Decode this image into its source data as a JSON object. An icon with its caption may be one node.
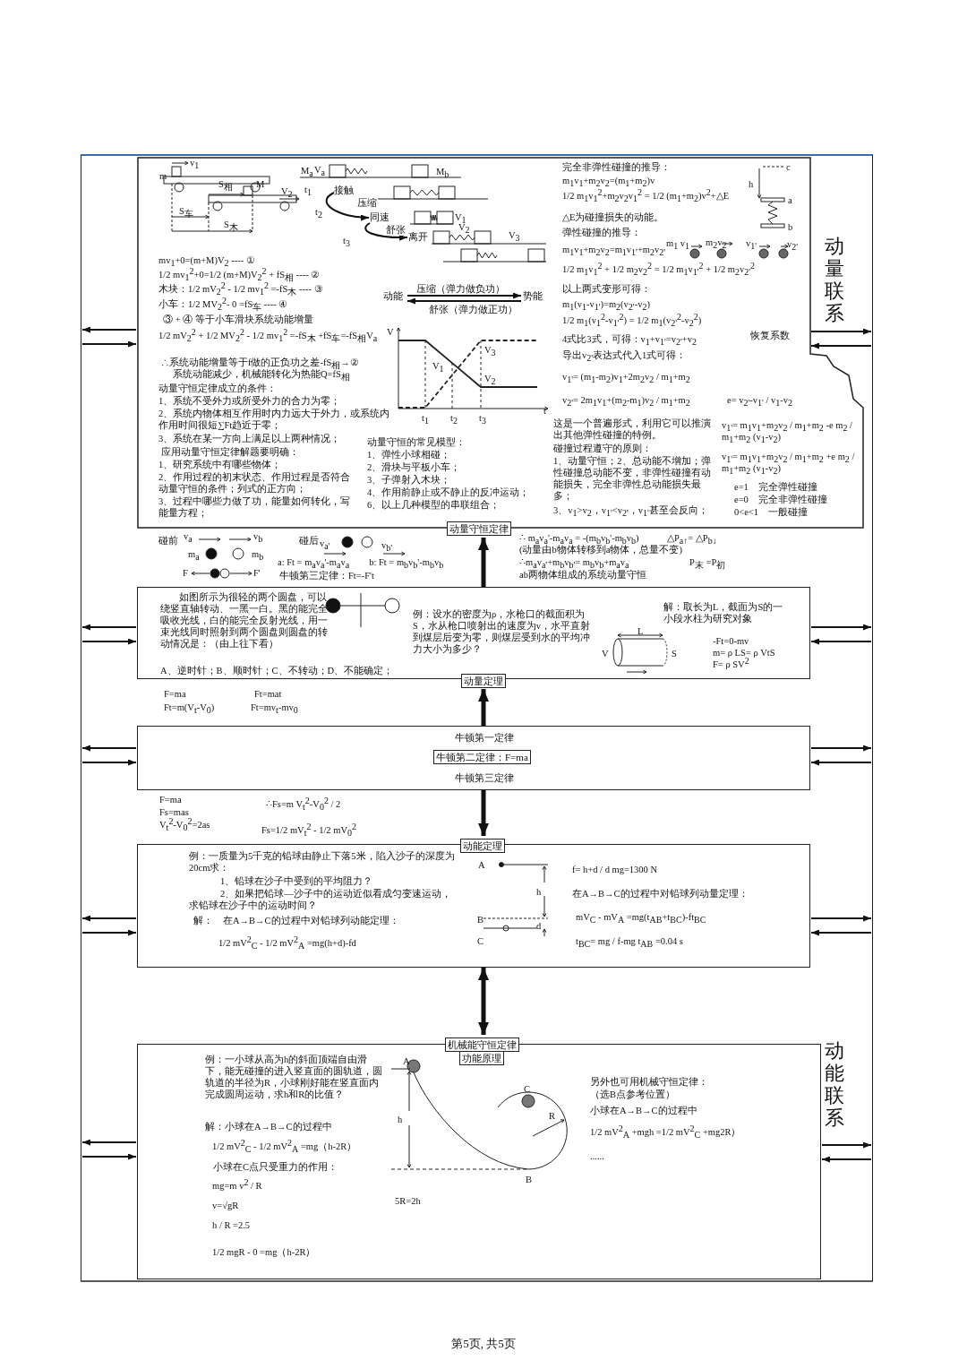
{
  "diagram": {
    "caption": "第5页, 共5页",
    "nodes": [
      {
        "text": [],
        "shape": "bar"
      },
      {
        "text": [
          "动量联系",
          "动能联系"
        ]
      },
      {
        "text": [
          "动量守恒定律",
          "m",
          "v$_{1}$",
          "S$_{相}$",
          "M",
          "V$_{2}$",
          "S$_{车}$",
          "S$_{木}$",
          "M$_{a}$",
          "V$_{a}$",
          "M$_{b}$",
          "t$_{1}$",
          "t$_{2}$",
          "V$_{1}$",
          "V$_{2}$",
          "V$_{3}$",
          "t$_{3}$",
          "mv$_{1}$+0=(m+M)V$_{2}$ ---- ①",
          "1/2 mv$_{1}$$^{2}$+0=1/2 (m+M)V$_{2}$$^{2}$ + fS$_{相}$ ---- ②",
          "木块：1/2 mV$_{2}$$^{2}$ - 1/2 mv$_{1}$$^{2}$ =-fS$_{木}$ ---- ③",
          "小车：1/2 MV$_{2}$$^{2}$- 0 =fS$_{车}$ ---- ④",
          "③ + ④ 等于小车滑块系统动能增量",
          "1/2 mV$_{2}$$^{2}$ + 1/2 MV$_{2}$$^{2}$ - 1/2 mv$_{1}$$^{2}$ =-fS$_{木}$ +fS$_{车}$=-fS$_{相}$V$_{a}$",
          "∴系统动能增量等于f做的正负功之差-fS$_{相}$→②",
          "系统动能减少，机械能转化为热能Q=fS$_{相}$",
          "动量守恒定律成立的条件：",
          "1、系统不受外力或所受外力的合力为零；",
          "2、系统内物体相互作用时内力远大于外力，或系统内作用时间很短∑Ft趋近于零；",
          "3、系统在某一方向上满足以上两种情况；",
          "应用动量守恒定律解题要明确：",
          "1、研究系统中有哪些物体；",
          "2、作用过程的初末状态、作用过程是否符合动量守恒的条件；列式的正方向；",
          "3、过程中哪些力做了功，能量如何转化，写能量方程；",
          "V",
          "V$_{1}$",
          "V$_{3}$",
          "V$_{2}$",
          "t$_{1}$",
          "t$_{2}$",
          "t$_{3}$",
          "t",
          "动量守恒的常见模型：",
          "1、弹性小球相碰；",
          "2、滑块与平板小车；",
          "3、子弹射入木块；",
          "4、作用前静止或不静止的反冲运动；",
          "6、以上几种模型的串联组合；",
          "完全非弹性碰撞的推导：",
          "m$_{1}$v$_{1}$+m$_{2}$v$_{2}$=(m$_{1}$+m$_{2}$)v",
          "1/2 m$_{1}$v$_{1}$$^{2}$+m$_{2}$v$_{2}$v$_{1}$$^{2}$ = 1/2 (m$_{1}$+m$_{2}$)v$^{2}$+△E",
          "△E为碰撞损失的动能。",
          "弹性碰撞的推导：",
          "m$_{1}$v$_{1}$+m$_{2}$v$_{2}$=m$_{1}$v$_{1'}$+m$_{2}$v$_{2'}$",
          "1/2 m$_{1}$v$_{1}$$^{2}$ + 1/2 m$_{2}$v$_{2}$$^{2}$ = 1/2 m$_{1}$v$_{1'}$$^{2}$ + 1/2 m$_{2}$v$_{2'}$$^{2}$",
          "以上两式变形可得：",
          "m$_{1}$(v$_{1}$-v$_{1'}$)=m$_{2}$(v$_{2'}$-v$_{2}$)",
          "1/2 m$_{1}$(v$_{1}$$^{2}$-v$_{1'}$$^{2}$) = 1/2 m$_{1}$(v$_{2'}$$^{2}$-v$_{2}$$^{2}$)",
          "4式比3式，可得：v$_{1}$+v$_{1'}$=v$_{2'}$+v$_{2}$",
          "导出v$_{2'}$表达式代入1式可得：",
          "v$_{1'}$= (m$_{1}$-m$_{2}$)v$_{1}$+2m$_{2}$v$_{2}$ / m$_{1}$+m$_{2}$",
          "v$_{2'}$= 2m$_{1}$v$_{1}$+(m$_{2}$-m$_{1}$)v$_{2}$ / m$_{1}$+m$_{2}$",
          "这是一个普遍形式，利用它可以推演出其他弹性碰撞的特例。",
          "碰撞过程遵守的原则：",
          "1、动量守恒；2、总动能不增加；弹性碰撞总动能不变，非弹性碰撞有动能损失，完全非弹性总动能损失最多；",
          "3、v$_{1}$>v$_{2}$，v$_{1'}$<v$_{2'}$，v$_{1'}$甚至会反向；",
          "c",
          "h",
          "a",
          "b",
          "m$_{1}$ v$_{1}$",
          "m$_{2}$v$_{2}$",
          "v$_{1'}$",
          "v$_{2'}$",
          "恢复系数",
          "e= v$_{2'}$-v$_{1'}$ / v$_{1}$-v$_{2}$",
          "v$_{1'}$= m$_{1}$v$_{1}$+m$_{2}$v$_{2}$ / m$_{1}$+m$_{2}$ -e m$_{2}$ / m$_{1}$+m$_{2}$ (v$_{1}$-v$_{2}$)",
          "v$_{1'}$= m$_{1}$v$_{1}$+m$_{2}$v$_{2}$ / m$_{1}$+m$_{2}$ +e m$_{2}$ / m$_{1}$+m$_{2}$ (v$_{1}$-v$_{2}$)",
          "e=1　完全弹性碰撞",
          "e=0　完全非弹性碰撞",
          "0<e<1　一般碰撞"
        ]
      },
      {
        "text": [
          "接触"
        ],
        "in": 2
      },
      {
        "text": [
          "同速"
        ],
        "in": 2
      },
      {
        "text": [
          "离开"
        ],
        "in": 2
      },
      {
        "text": [
          "动能"
        ],
        "in": 2
      },
      {
        "text": [
          "势能"
        ],
        "in": 2
      },
      {
        "text": [
          "动量定理",
          "如图所示为很轻的两个圆盘，可以绕竖直轴转动、一黑一白。黑的能完全吸收光线，白的能完全反射光线，用一束光线同时照射到两个圆盘则圆盘的转动情况是：（由上往下看）",
          "A、逆时针；B、顺时针；C、不转动；D、不能确定；",
          "例：设水的密度为ρ，水枪口的截面积为S，水从枪口喷射出的速度为v，水平直射到煤层后变为零，则煤层受到水的平均冲力大小为多少？",
          "解：取长为L，截面为S的一小段水柱为研究对象",
          "-Ft=0-mv",
          "m= ρ LS= ρ VtS",
          "F= ρ SV$^{2}$",
          "V",
          "L",
          "S"
        ]
      },
      {
        "text": [
          "牛顿第一定律",
          "牛顿第三定律"
        ]
      },
      {
        "text": [
          "牛顿第二定律：F=ma"
        ],
        "in": 9
      },
      {
        "text": [
          "动能定理",
          "例：一质量为5千克的铅球由静止下落5米，陷入沙子的深度为20cm求：",
          "1、铅球在沙子中受到的平均阻力？",
          "2、如果把铅球—沙子中的运动近似看成匀变速运动，求铅球在沙子中的运动时间？",
          "解：　在A→B→C的过程中对铅球列动能定理：",
          "1/2 mV$^{2}$$_{C}$ - 1/2 mV$^{2}$$_{A}$ =mg(h+d)-fd",
          "f= h+d / d mg=1300 N",
          "在A→B→C的过程中对铅球列动量定理：",
          "mV$_{C}$ - mV$_{A}$ =mg(t$_{AB}$+t$_{BC}$)-ft$_{BC}$",
          "t$_{BC}$= mg / f-mg t$_{AB}$ =0.04 s",
          "A",
          "h",
          "B",
          "d",
          "C"
        ]
      },
      {
        "text": [
          "机械能守恒定律",
          "功能原理",
          "例：一小球从高为h的斜面顶端自由滑下，能无碰撞的进入竖直面的圆轨道，圆轨道的半径为R，小球刚好能在竖直面内完成圆周运动，求h和R的比值？",
          "解：小球在A→B→C的过程中",
          "1/2 mV$^{2}$$_{C}$ - 1/2 mV$^{2}$$_{A}$ =mg（h-2R）",
          "小球在C点只受重力的作用：",
          "mg=m v$^{2}$ / R",
          "v=√gR",
          "h / R =2.5",
          "1/2 mgR - 0 =mg（h-2R）",
          "A",
          "h",
          "C",
          "R",
          "B",
          "5R=2h",
          "另外也可用机械守恒定律：",
          "（选B点参考位置）",
          "小球在A→B→C的过程中",
          "1/2 mV$^{2}$$_{A}$ +mgh =1/2 mV$^{2}$$_{C}$ +mg2R）",
          "......"
        ]
      }
    ],
    "edges": [
      {
        "from": 8,
        "to": 2,
        "arrow": "to",
        "style": "thick"
      },
      {
        "from": 9,
        "to": 8,
        "arrow": "to",
        "style": "thick"
      },
      {
        "from": 9,
        "to": 11,
        "arrow": "to",
        "style": "thick"
      },
      {
        "from": 11,
        "to": 12,
        "arrow": "both",
        "style": "thick"
      },
      {
        "from": 3,
        "to": 4,
        "label": "压缩",
        "arrow": "to"
      },
      {
        "from": 4,
        "to": 5,
        "label": "舒张",
        "arrow": "to"
      },
      {
        "from": 6,
        "to": 7,
        "label": "压缩（弹力做负功）",
        "arrow": "to"
      },
      {
        "from": 7,
        "to": 6,
        "label": "舒张（弹力做正功）",
        "arrow": "to"
      },
      {
        "from": 2,
        "to": 0,
        "arrow": "to"
      },
      {
        "from": 0,
        "to": 2,
        "arrow": "to"
      },
      {
        "from": 2,
        "to": 1,
        "arrow": "to"
      },
      {
        "from": 1,
        "to": 2,
        "arrow": "to"
      },
      {
        "from": 8,
        "to": 0,
        "arrow": "to"
      },
      {
        "from": 0,
        "to": 8,
        "arrow": "to"
      },
      {
        "from": 8,
        "to": 1,
        "arrow": "to"
      },
      {
        "from": 1,
        "to": 8,
        "arrow": "to"
      },
      {
        "from": 9,
        "to": 0,
        "arrow": "to"
      },
      {
        "from": 0,
        "to": 9,
        "arrow": "to"
      },
      {
        "from": 9,
        "to": 1,
        "arrow": "to"
      },
      {
        "from": 1,
        "to": 9,
        "arrow": "to"
      },
      {
        "from": 11,
        "to": 0,
        "arrow": "to"
      },
      {
        "from": 0,
        "to": 11,
        "arrow": "to"
      },
      {
        "from": 11,
        "to": 1,
        "arrow": "to"
      },
      {
        "from": 1,
        "to": 11,
        "arrow": "to"
      },
      {
        "from": 12,
        "to": 0,
        "arrow": "to"
      },
      {
        "from": 0,
        "to": 12,
        "arrow": "to"
      },
      {
        "from": 12,
        "to": 1,
        "arrow": "to"
      },
      {
        "from": 1,
        "to": 12,
        "arrow": "to"
      }
    ],
    "labels": [
      "碰前",
      "v$_{a}$",
      "v$_{b}$",
      "m$_{a}$",
      "m$_{b}$",
      "碰后",
      "v$_{a'}$",
      "v$_{b'}$",
      "F",
      "F'",
      "a: Ft = m$_{a}$v$_{a}$'-m$_{a}$v$_{a}$　　b: Ft = m$_{b}$v$_{b}$'-m$_{b}$v$_{b}$",
      "牛顿第三定律：Ft=-F't",
      "∴ m$_{a}$v$_{a}$'-m$_{a}$v$_{a}$ = -(m$_{b}$v$_{b}$'-m$_{b}$v$_{b}$)",
      "△P$_{a↑}$= △P$_{b↓}$",
      "(动量由b物体转移到a物体，总量不变)",
      "∴m$_{a}$v$_{a'}$+m$_{b}$v$_{b'}$= m$_{b}$v$_{b}$+m$_{a}$v$_{a}$",
      "P$_{末}$ =P$_{初}$",
      "ab两物体组成的系统动量守恒",
      "F=ma",
      "Ft=mat",
      "Ft=m(V$_{t}$-V$_{0}$)",
      "Ft=mv$_{t}$-mv$_{0}$",
      "F=ma",
      "∴Fs=m V$_{t}$$^{2}$-V$_{0}$$^{2}$ / 2",
      "Fs=mas",
      "V$_{t}$$^{2}$-V$_{0}$$^{2}$=2as",
      "Fs=1/2 mV$_{t}$$^{2}$ - 1/2 mV$_{0}$$^{2}$"
    ]
  }
}
